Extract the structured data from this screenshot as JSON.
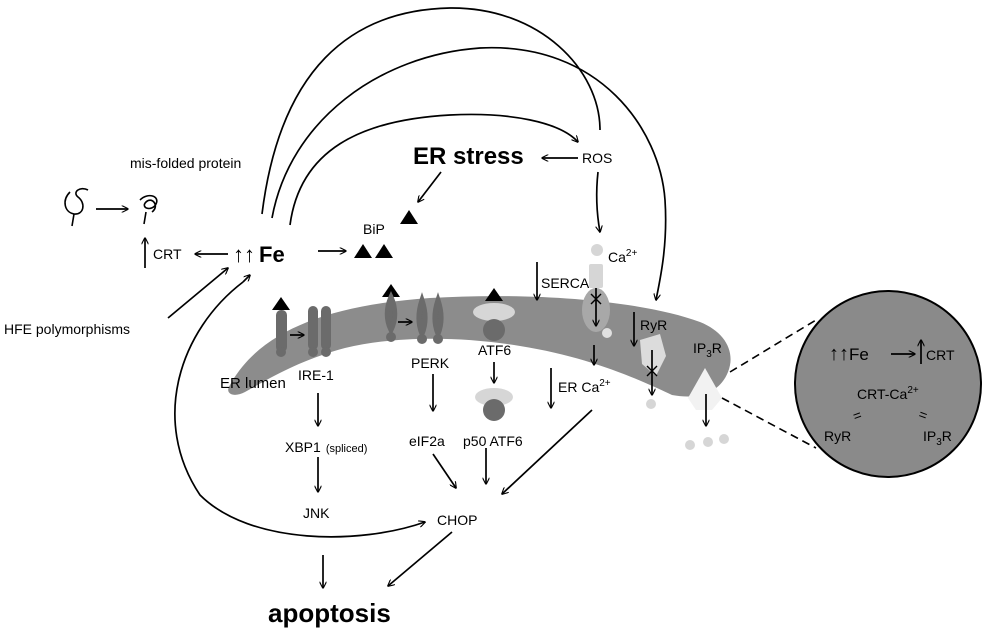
{
  "labels": {
    "misfolded": "mis-folded protein",
    "er_stress": "ER stress",
    "ros": "ROS",
    "bip": "BiP",
    "crt": "CRT",
    "fe": "Fe",
    "up_arrows": "↑↑",
    "ca": "Ca",
    "sup_2plus": "2+",
    "serca": "SERCA",
    "ryr": "RyR",
    "ip3r_ip": "IP",
    "ip3r_sub": "3",
    "ip3r_r": "R",
    "hfe": "HFE polymorphisms",
    "er_lumen": "ER lumen",
    "ire1": "IRE-1",
    "perk": "PERK",
    "atf6": "ATF6",
    "er_ca": "ER Ca",
    "xbp1": "XBP1",
    "spliced": "(spliced)",
    "eif2a": "eIF2a",
    "p50atf6": "p50 ATF6",
    "jnk": "JNK",
    "chop": "CHOP",
    "apoptosis": "apoptosis"
  },
  "inset": {
    "fe": "Fe",
    "up_arrows": "↑↑",
    "crt": "CRT",
    "crt_ca": "CRT-Ca",
    "sup_2plus": "2+",
    "ryr": "RyR",
    "ip3r_ip": "IP",
    "ip3r_sub": "3",
    "ip3r_r": "R",
    "equals": "="
  },
  "colors": {
    "er_band": "#8c8c8c",
    "receptor": "#6b6b6b",
    "inset_fill": "#8a8a8a",
    "light": "#d6d6d6",
    "white_shape": "#f2f2f2"
  }
}
